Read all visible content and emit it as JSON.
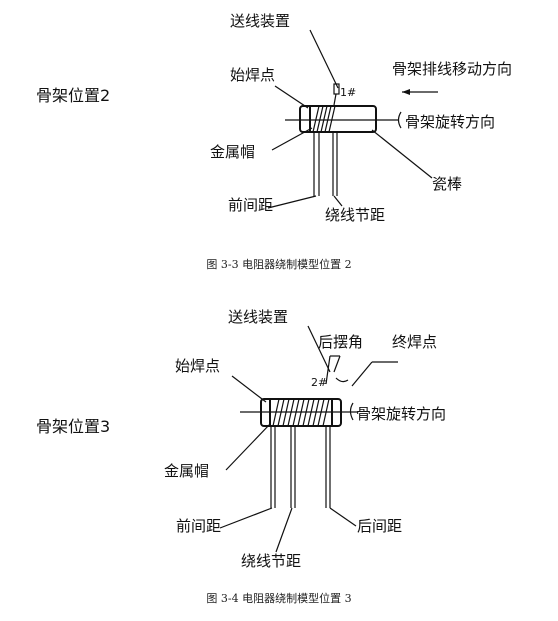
{
  "diagram1": {
    "position_label": "骨架位置2",
    "feed_device": "送线装置",
    "wire_id": "1#",
    "start_weld": "始焊点",
    "metal_cap": "金属帽",
    "ceramic_rod": "瓷棒",
    "front_spacing": "前间距",
    "winding_pitch": "绕线节距",
    "frame_move_dir": "骨架排线移动方向",
    "frame_rotate_dir": "骨架旋转方向",
    "caption": "图 3-3  电阻器绕制模型位置 2"
  },
  "diagram2": {
    "feed_device": "送线装置",
    "rear_swing_angle": "后摆角",
    "end_weld": "终焊点",
    "wire_id": "2#",
    "start_weld": "始焊点",
    "position_label": "骨架位置3",
    "frame_rotate_dir": "骨架旋转方向",
    "metal_cap": "金属帽",
    "front_spacing": "前间距",
    "rear_spacing": "后间距",
    "winding_pitch": "绕线节距",
    "caption": "图 3-4  电阻器绕制模型位置 3"
  }
}
